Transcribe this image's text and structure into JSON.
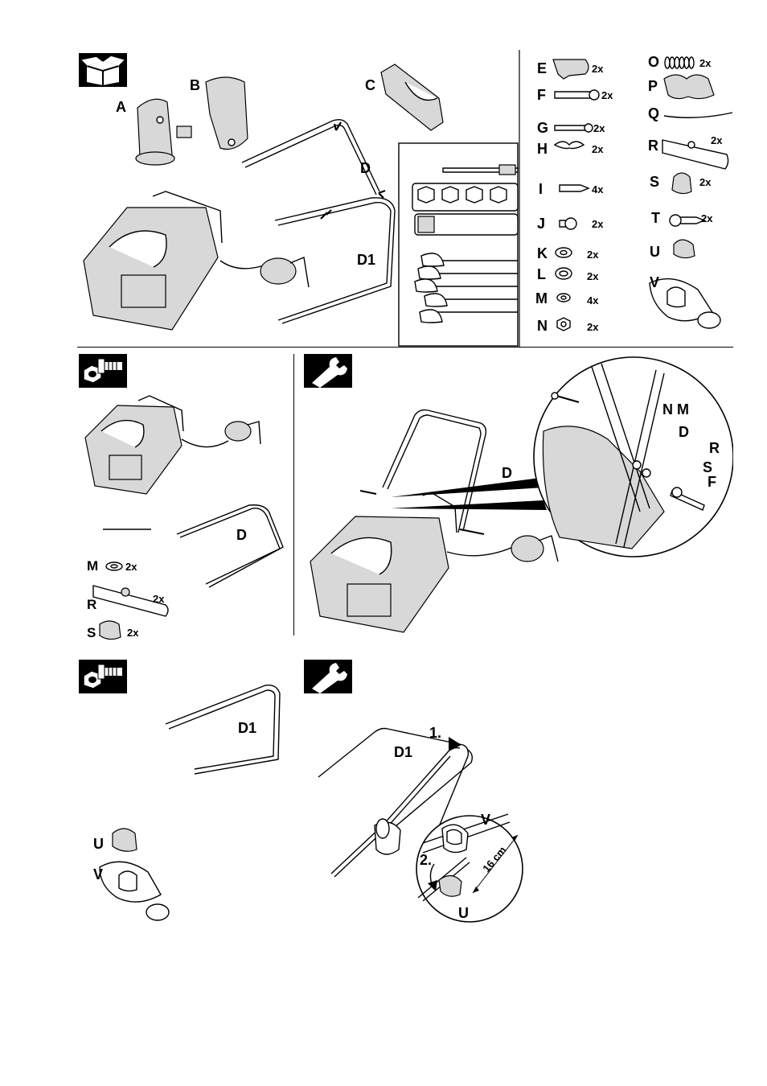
{
  "parts_panel": {
    "parts": {
      "A": "A",
      "B": "B",
      "C": "C",
      "D": "D",
      "D1": "D1"
    }
  },
  "hardware": {
    "items": [
      {
        "letter": "E",
        "qty": "2x"
      },
      {
        "letter": "F",
        "qty": "2x"
      },
      {
        "letter": "G",
        "qty": "2x"
      },
      {
        "letter": "H",
        "qty": "2x"
      },
      {
        "letter": "I",
        "qty": "4x"
      },
      {
        "letter": "J",
        "qty": "2x"
      },
      {
        "letter": "K",
        "qty": "2x"
      },
      {
        "letter": "L",
        "qty": "2x"
      },
      {
        "letter": "M",
        "qty": "4x"
      },
      {
        "letter": "N",
        "qty": "2x"
      },
      {
        "letter": "O",
        "qty": "2x"
      },
      {
        "letter": "P",
        "qty": ""
      },
      {
        "letter": "Q",
        "qty": ""
      },
      {
        "letter": "R",
        "qty": "2x"
      },
      {
        "letter": "S",
        "qty": "2x"
      },
      {
        "letter": "T",
        "qty": "2x"
      },
      {
        "letter": "U",
        "qty": ""
      },
      {
        "letter": "V",
        "qty": ""
      }
    ]
  },
  "step1_left": {
    "part_d": "D",
    "m_label": "M",
    "m_qty": "2x",
    "r_label": "R",
    "r_qty": "2x",
    "s_label": "S",
    "s_qty": "2x"
  },
  "step1_right": {
    "d": "D",
    "nm": "N M",
    "d2": "D",
    "r": "R",
    "s": "S",
    "f": "F"
  },
  "step2_left": {
    "d1": "D1",
    "u": "U",
    "v": "V"
  },
  "step2_right": {
    "step1": "1.",
    "d1": "D1",
    "v": "V",
    "step2": "2.",
    "dimension": "16 cm",
    "u": "U"
  },
  "icons": [
    "box-icon",
    "bolt-nut-icon",
    "wrench-icon"
  ]
}
